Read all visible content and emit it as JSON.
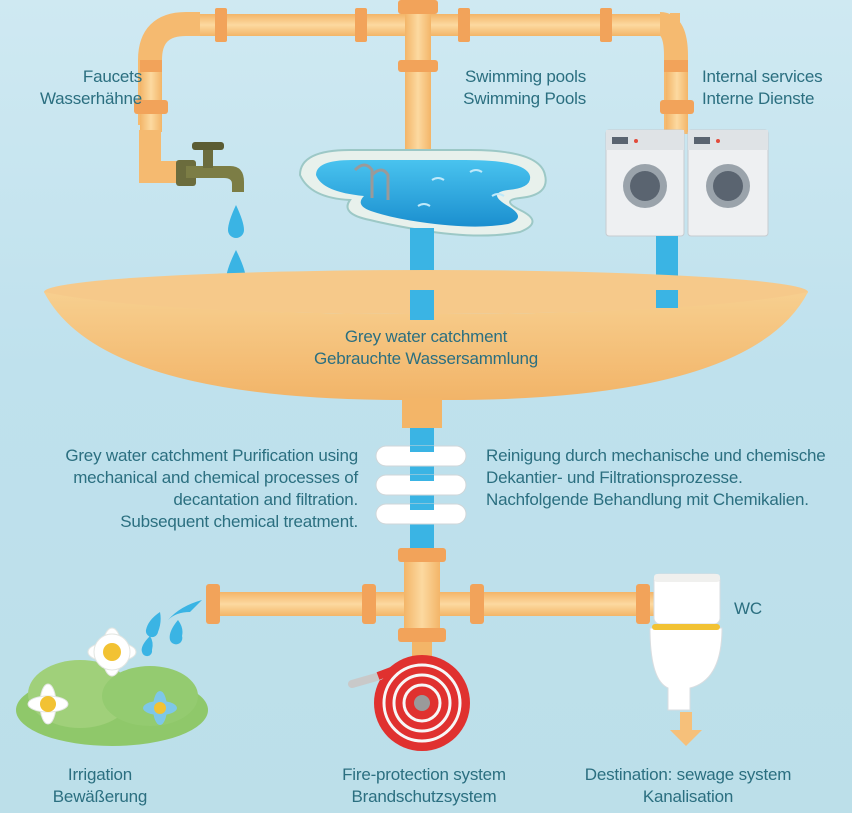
{
  "labels": {
    "faucets": {
      "en": "Faucets",
      "de": "Wasserhähne"
    },
    "pools": {
      "en": "Swimming pools",
      "de": "Swimming Pools"
    },
    "services": {
      "en": "Internal services",
      "de": "Interne Dienste"
    },
    "catchment": {
      "en": "Grey water catchment",
      "de": "Gebrauchte Wassersammlung"
    },
    "purification_en": [
      "Grey water catchment Purification using",
      "mechanical and chemical processes of",
      "decantation and filtration.",
      "Subsequent chemical treatment."
    ],
    "purification_de": [
      "Reinigung durch mechanische und chemische",
      "Dekantier- und Filtrationsprozesse.",
      "Nachfolgende Behandlung mit Chemikalien."
    ],
    "wc": "WC",
    "irrigation": {
      "en": "Irrigation",
      "de": "Bewäßerung"
    },
    "fire": {
      "en": "Fire-protection system",
      "de": "Brandschutzsystem"
    },
    "sewage": {
      "en": "Destination: sewage system",
      "de": "Kanalisation"
    }
  },
  "colors": {
    "pipe": "#f6c07a",
    "pipe_joint": "#f2a35a",
    "water": "#3ab4e4",
    "basin": "#f6c07a",
    "label_text": "#2b6f80",
    "hose": "#e0312f"
  }
}
